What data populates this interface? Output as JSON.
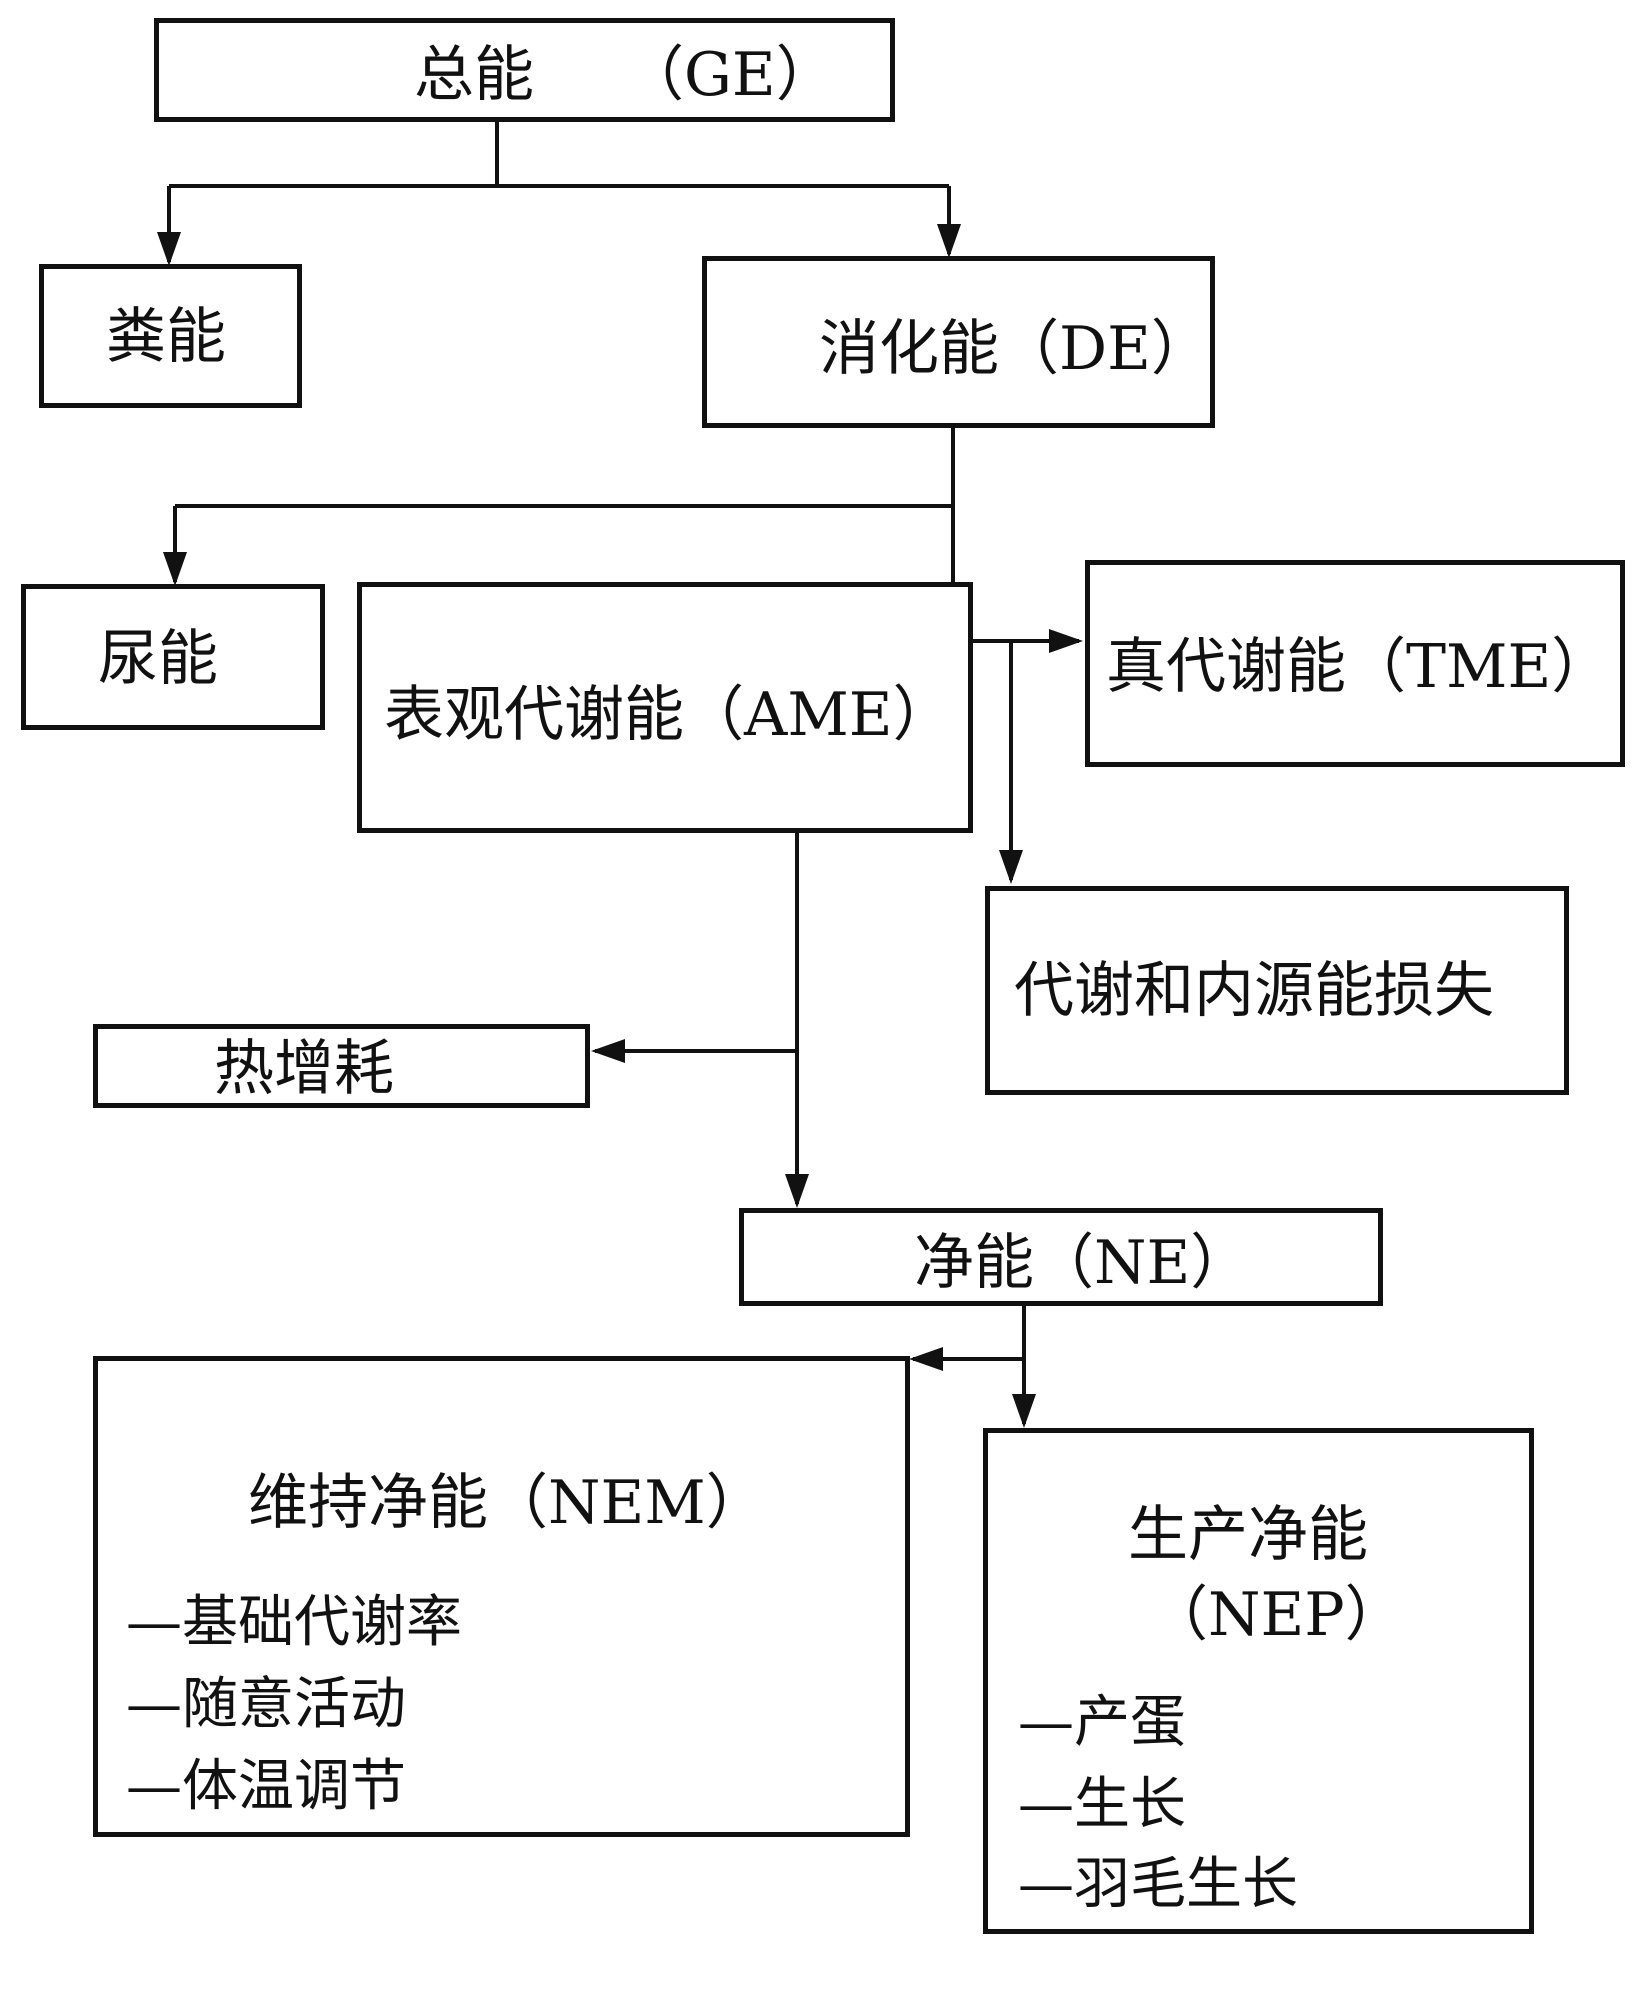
{
  "diagram": {
    "nodes": {
      "ge": "总能　　（GE）",
      "fecal": "粪能",
      "de": "消化能（DE）",
      "urine": "尿能",
      "ame": "表观代谢能（AME）",
      "tme": "真代谢能（TME）",
      "metabolic_loss": "代谢和内源能损失",
      "heat_increment": "热增耗",
      "ne": "净能（NE）",
      "nem": {
        "title": "维持净能（NEM）",
        "items": [
          "—基础代谢率",
          "—随意活动",
          "—体温调节"
        ]
      },
      "nep": {
        "title_line1": "生产净能",
        "title_line2": "（NEP）",
        "items": [
          "—产蛋",
          "—生长",
          "—羽毛生长"
        ]
      }
    }
  }
}
